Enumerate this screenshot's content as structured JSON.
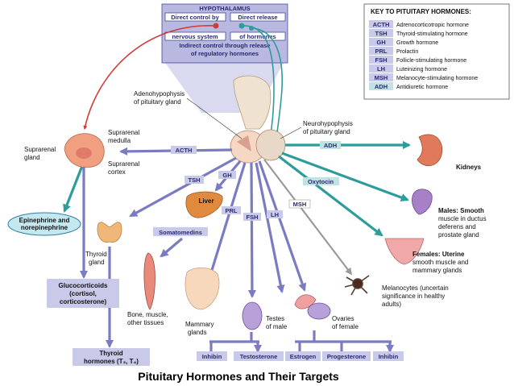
{
  "hypothalamus": {
    "title": "HYPOTHALAMUS",
    "direct_control_line1": "Direct control by",
    "direct_control_line2": "nervous system",
    "direct_release_line1": "Direct release",
    "direct_release_line2": "of hormones",
    "indirect_line1": "Indirect control through release",
    "indirect_line2": "of regulatory hormones"
  },
  "key": {
    "title": "KEY TO PITUITARY HORMONES:",
    "items": [
      {
        "abbr": "ACTH",
        "name": "Adrenocorticotropic hormone"
      },
      {
        "abbr": "TSH",
        "name": "Thyroid-stimulating hormone"
      },
      {
        "abbr": "GH",
        "name": "Growth hormone"
      },
      {
        "abbr": "PRL",
        "name": "Prolactin"
      },
      {
        "abbr": "FSH",
        "name": "Follicle-stimulating hormone"
      },
      {
        "abbr": "LH",
        "name": "Luteinizing hormone"
      },
      {
        "abbr": "MSH",
        "name": "Melanocyte-stimulating hormone"
      },
      {
        "abbr": "ADH",
        "name": "Antidiuretic hormone"
      }
    ]
  },
  "labels": {
    "adeno_line1": "Adenohypophysis",
    "adeno_line2": "of pituitary gland",
    "neuro_line1": "Neurohypophysis",
    "neuro_line2": "of pituitary gland",
    "suprarenal_medulla_1": "Suprarenal",
    "suprarenal_medulla_2": "medulla",
    "suprarenal_gland_1": "Suprarenal",
    "suprarenal_gland_2": "gland",
    "suprarenal_cortex_1": "Suprarenal",
    "suprarenal_cortex_2": "cortex",
    "kidneys": "Kidneys",
    "liver": "Liver",
    "somatomedins": "Somatomedins",
    "epi_line1": "Epinephrine and",
    "epi_line2": "norepinephrine",
    "thyroid_line1": "Thyroid",
    "thyroid_line2": "gland",
    "gluco_line1": "Glucocorticoids",
    "gluco_line2": "(cortisol,",
    "gluco_line3": "corticosterone)",
    "bone_line1": "Bone, muscle,",
    "bone_line2": "other tissues",
    "mammary_line1": "Mammary",
    "mammary_line2": "glands",
    "testes_line1": "Testes",
    "testes_line2": "of male",
    "ovaries_line1": "Ovaries",
    "ovaries_line2": "of female",
    "males_1": "Males: Smooth",
    "males_2": "muscle in ductus",
    "males_3": "deferens and",
    "males_4": "prostate gland",
    "females_1": "Females: Uterine",
    "females_2": "smooth muscle and",
    "females_3": "mammary glands",
    "melano_1": "Melanocytes (uncertain",
    "melano_2": "significance in healthy",
    "melano_3": "adults)",
    "oxytocin": "Oxytocin",
    "thyroid_hormones_1": "Thyroid",
    "thyroid_hormones_2": "hormones (T₃, T₄)",
    "inhibin_male": "Inhibin",
    "testosterone": "Testosterone",
    "estrogen": "Estrogen",
    "progesterone": "Progesterone",
    "inhibin_female": "Inhibin"
  },
  "hormones": {
    "acth": "ACTH",
    "tsh": "TSH",
    "gh": "GH",
    "prl": "PRL",
    "fsh": "FSH",
    "lh": "LH",
    "msh": "MSH",
    "adh": "ADH"
  },
  "caption": "Pituitary Hormones and Their Targets",
  "colors": {
    "purple_arrow": "#7b7bc2",
    "teal_arrow": "#2f9c9c",
    "label_box": "#c9c9ea",
    "red_neuron": "#d03a3a"
  }
}
